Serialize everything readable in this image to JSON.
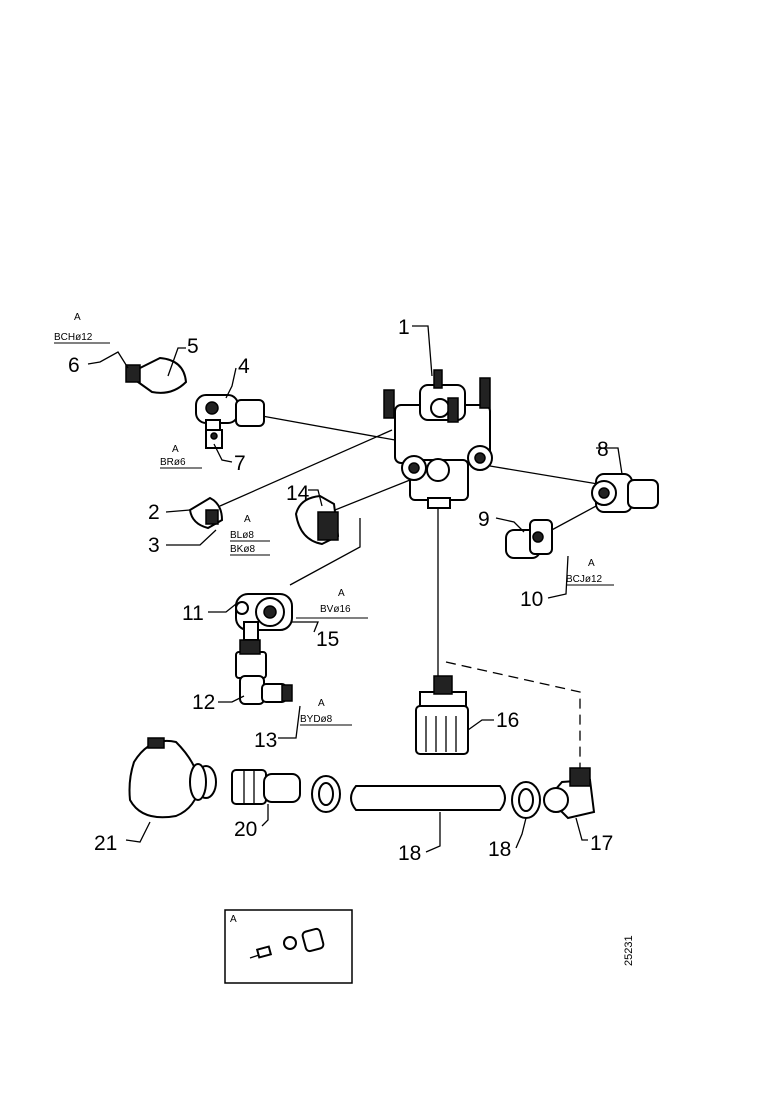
{
  "labels": {
    "p1": "1",
    "p2": "2",
    "p3": "3",
    "p4": "4",
    "p5": "5",
    "p6": "6",
    "p7": "7",
    "p8": "8",
    "p9": "9",
    "p10": "10",
    "p11": "11",
    "p12": "12",
    "p13": "13",
    "p14": "14",
    "p15": "15",
    "p16": "16",
    "p17": "17",
    "p18a": "18",
    "p18b": "18",
    "p20": "20",
    "p21": "21"
  },
  "codes": {
    "c6": "BCHø12",
    "c7": "BRø6",
    "c3a": "BLø8",
    "c3b": "BKø8",
    "c10": "BCJø12",
    "c15": "BVø16",
    "c13": "BYDø8"
  },
  "letters": {
    "a6": "A",
    "a7": "A",
    "a3": "A",
    "a10": "A",
    "a15": "A",
    "a13": "A"
  },
  "inset": {
    "letter": "A"
  },
  "figure_number": "25231"
}
